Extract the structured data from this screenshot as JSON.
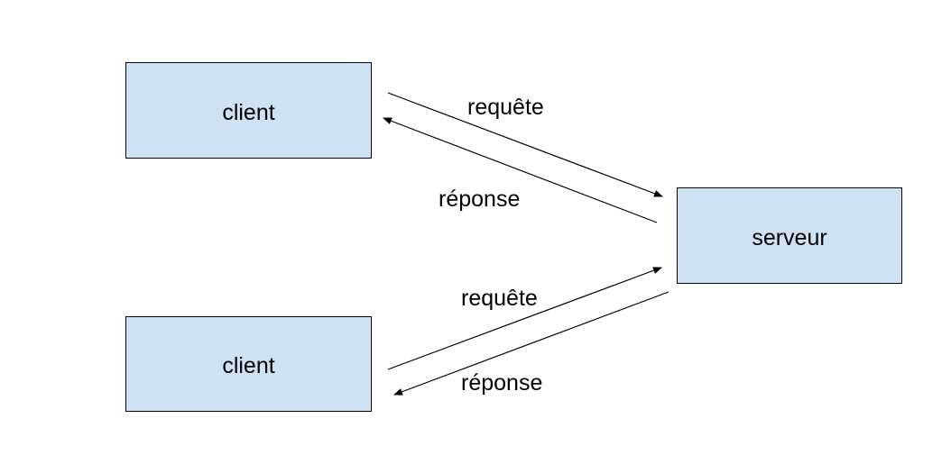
{
  "nodes": {
    "client_top": {
      "label": "client"
    },
    "client_bottom": {
      "label": "client"
    },
    "server": {
      "label": "serveur"
    }
  },
  "edges": {
    "request_top": {
      "label": "requête"
    },
    "response_top": {
      "label": "réponse"
    },
    "request_bottom": {
      "label": "requête"
    },
    "response_bottom": {
      "label": "réponse"
    }
  },
  "colors": {
    "box_fill": "#cfe2f3",
    "stroke": "#000000",
    "background": "#ffffff"
  }
}
